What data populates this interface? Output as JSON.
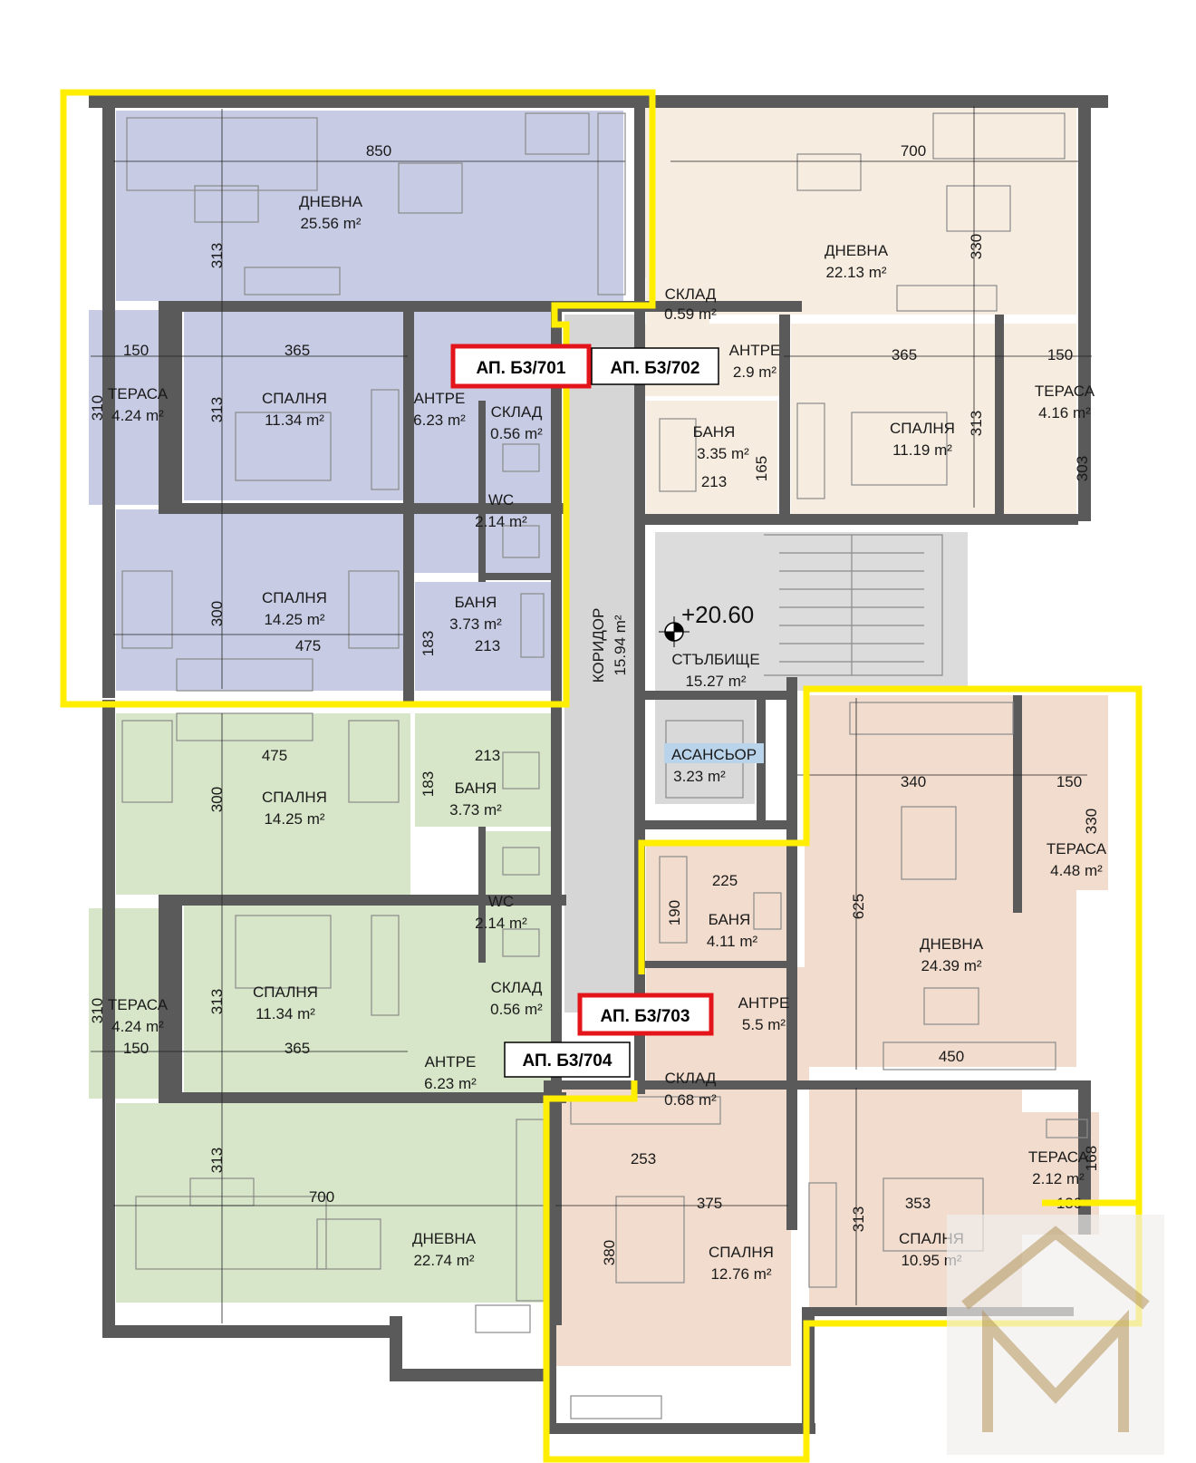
{
  "apartments": {
    "a701": "АП. Б3/701",
    "a702": "АП. Б3/702",
    "a703": "АП. Б3/703",
    "a704": "АП. Б3/704"
  },
  "rooms": {
    "r701_living": {
      "name": "ДНЕВНА",
      "area": "25.56 m²"
    },
    "r701_terrace": {
      "name": "ТЕРАСА",
      "area": "4.24 m²"
    },
    "r701_bed1": {
      "name": "СПАЛНЯ",
      "area": "11.34 m²"
    },
    "r701_hall": {
      "name": "АНТРЕ",
      "area": "6.23 m²"
    },
    "r701_storage": {
      "name": "СКЛАД",
      "area": "0.56 m²"
    },
    "r701_wc": {
      "name": "WC",
      "area": "2.14 m²"
    },
    "r701_bed2": {
      "name": "СПАЛНЯ",
      "area": "14.25 m²"
    },
    "r701_bath": {
      "name": "БАНЯ",
      "area": "3.73 m²"
    },
    "r702_living": {
      "name": "ДНЕВНА",
      "area": "22.13 m²"
    },
    "r702_storage": {
      "name": "СКЛАД",
      "area": "0.59 m²"
    },
    "r702_hall": {
      "name": "АНТРЕ",
      "area": "2.9 m²"
    },
    "r702_bath": {
      "name": "БАНЯ",
      "area": "3.35 m²"
    },
    "r702_bed": {
      "name": "СПАЛНЯ",
      "area": "11.19 m²"
    },
    "r702_terrace": {
      "name": "ТЕРАСА",
      "area": "4.16 m²"
    },
    "corridor": {
      "name": "КОРИДОР",
      "area": "15.94 m²"
    },
    "stairs": {
      "name": "СТЪЛБИЩЕ",
      "area": "15.27 m²"
    },
    "elevator": {
      "name": "АСАНСЬОР",
      "area": "3.23 m²"
    },
    "r703_living": {
      "name": "ДНЕВНА",
      "area": "24.39 m²"
    },
    "r703_terrace1": {
      "name": "ТЕРАСА",
      "area": "4.48 m²"
    },
    "r703_bath": {
      "name": "БАНЯ",
      "area": "4.11 m²"
    },
    "r703_hall": {
      "name": "АНТРЕ",
      "area": "5.5 m²"
    },
    "r703_storage": {
      "name": "СКЛАД",
      "area": "0.68 m²"
    },
    "r703_bed1": {
      "name": "СПАЛНЯ",
      "area": "12.76 m²"
    },
    "r703_bed2": {
      "name": "СПАЛНЯ",
      "area": "10.95 m²"
    },
    "r703_terrace2": {
      "name": "ТЕРАСА",
      "area": "2.12 m²"
    },
    "r704_bed2": {
      "name": "СПАЛНЯ",
      "area": "14.25 m²"
    },
    "r704_bath": {
      "name": "БАНЯ",
      "area": "3.73 m²"
    },
    "r704_wc": {
      "name": "WC",
      "area": "2.14 m²"
    },
    "r704_storage": {
      "name": "СКЛАД",
      "area": "0.56 m²"
    },
    "r704_bed1": {
      "name": "СПАЛНЯ",
      "area": "11.34 m²"
    },
    "r704_terrace": {
      "name": "ТЕРАСА",
      "area": "4.24 m²"
    },
    "r704_hall": {
      "name": "АНТРЕ",
      "area": "6.23 m²"
    },
    "r704_living": {
      "name": "ДНЕВНА",
      "area": "22.74 m²"
    }
  },
  "level": "+20.60",
  "dimensions": {
    "d850": "850",
    "d313a": "313",
    "d150a": "150",
    "d365a": "365",
    "d310a": "310",
    "d313b": "313",
    "d300a": "300",
    "d475a": "475",
    "d183a": "183",
    "d213a": "213",
    "d700a": "700",
    "d330a": "330",
    "d365b": "365",
    "d150b": "150",
    "d313c": "313",
    "d303": "303",
    "d165": "165",
    "d213b": "213",
    "d475b": "475",
    "d213c": "213",
    "d183b": "183",
    "d300b": "300",
    "d310b": "310",
    "d313d": "313",
    "d150c": "150",
    "d365c": "365",
    "d313e": "313",
    "d700b": "700",
    "d340": "340",
    "d150d": "150",
    "d330b": "330",
    "d225": "225",
    "d190": "190",
    "d625": "625",
    "d450": "450",
    "d253": "253",
    "d375": "375",
    "d380": "380",
    "d313f": "313",
    "d353": "353",
    "d168": "168",
    "d130": "130"
  },
  "colors": {
    "apt701": "#c7cbe4",
    "apt702": "#f6ecdf",
    "apt703": "#f1dccd",
    "apt704": "#d7e6c8",
    "corridor": "#d6d6d6",
    "highlight": "#ffee00",
    "aptbox": "#e4141b"
  }
}
